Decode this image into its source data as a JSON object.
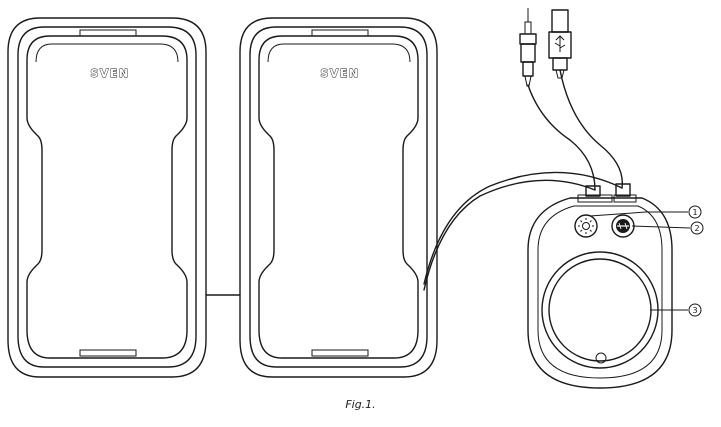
{
  "speakers": {
    "left_logo": "SVEN",
    "right_logo": "SVEN"
  },
  "callouts": [
    "1",
    "2",
    "3"
  ],
  "caption": "Fig.1."
}
